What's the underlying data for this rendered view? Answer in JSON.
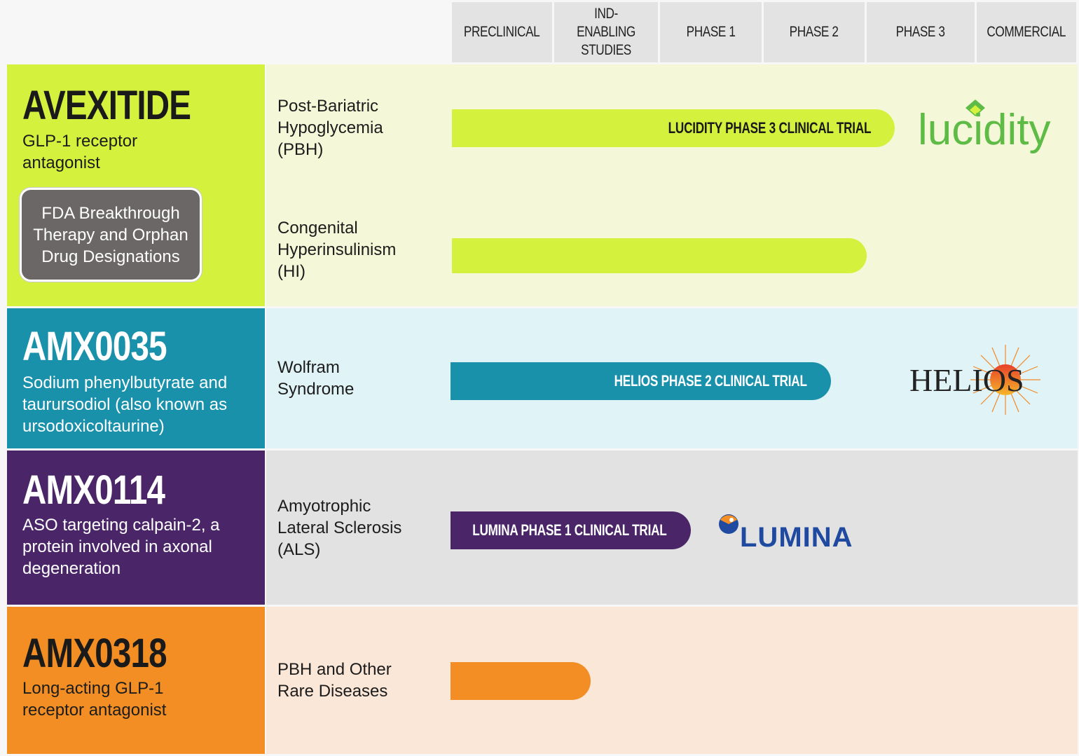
{
  "phases": [
    "PRECLINICAL",
    "IND-ENABLING STUDIES",
    "PHASE 1",
    "PHASE 2",
    "PHASE 3",
    "COMMERCIAL"
  ],
  "programs": [
    {
      "name": "AVEXITIDE",
      "description": "GLP-1 receptor antagonist",
      "badge": "FDA Breakthrough Therapy and Orphan Drug Designations",
      "indications": [
        {
          "label": "Post-Bariatric Hypoglycemia (PBH)",
          "trial": "LUCIDITY PHASE 3 CLINICAL TRIAL",
          "logo": "lucidity"
        },
        {
          "label": "Congenital Hyperinsulinism (HI)",
          "trial": "",
          "logo": ""
        }
      ]
    },
    {
      "name": "AMX0035",
      "description": "Sodium phenylbutyrate and taurursodiol (also known as ursodoxicoltaurine)",
      "indications": [
        {
          "label": "Wolfram Syndrome",
          "trial": "HELIOS PHASE 2 CLINICAL TRIAL",
          "logo": "HELIOS"
        }
      ]
    },
    {
      "name": "AMX0114",
      "description": "ASO targeting calpain-2, a protein involved in axonal degeneration",
      "indications": [
        {
          "label": "Amyotrophic Lateral Sclerosis (ALS)",
          "trial": "LUMINA PHASE 1 CLINICAL TRIAL",
          "logo": "LUMINA"
        }
      ]
    },
    {
      "name": "AMX0318",
      "description": "Long-acting GLP-1 receptor antagonist",
      "indications": [
        {
          "label": "PBH and Other Rare Diseases",
          "trial": "",
          "logo": ""
        }
      ]
    }
  ],
  "colors": {
    "avexitide": "#d4f23d",
    "avexitide_bg": "#f5f8d8",
    "amx0035": "#1a91ab",
    "amx0035_bg": "#e0f3f6",
    "amx0114": "#4a2668",
    "amx0114_bg": "#e2e2e2",
    "amx0318": "#f28e23",
    "amx0318_bg": "#fbe7d8",
    "lucidity_green": "#5dbb46",
    "helios_dark": "#222222",
    "lumina_blue": "#1f4aa0"
  }
}
